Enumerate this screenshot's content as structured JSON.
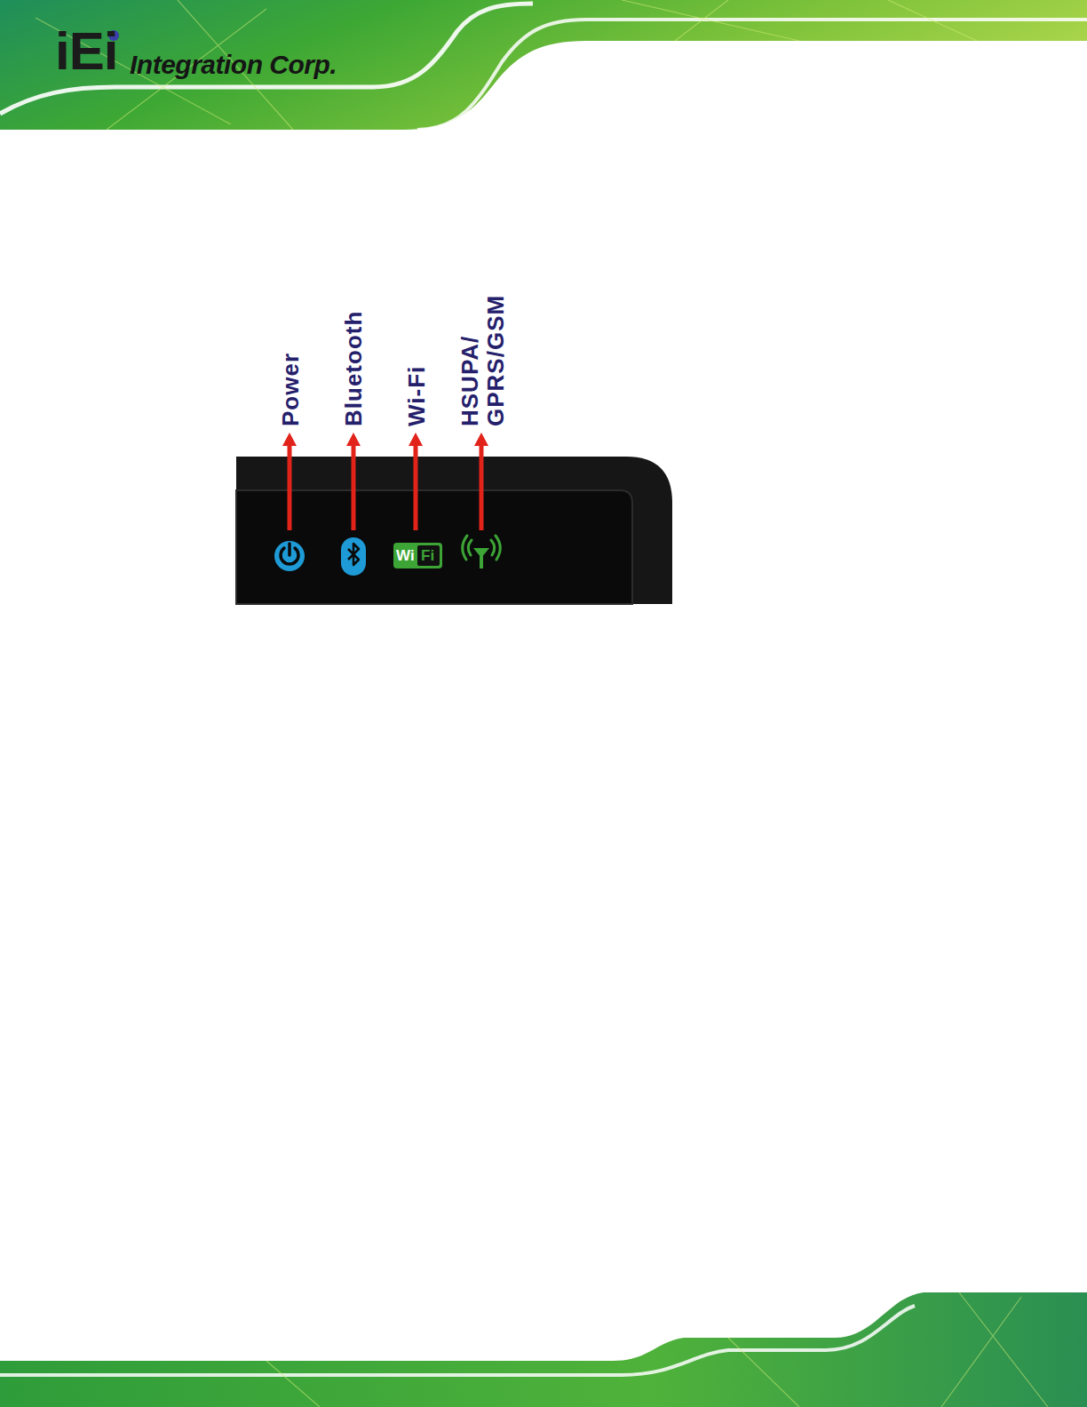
{
  "diagram": {
    "labels": [
      "iEi",
      "Integration Corp.",
      "Power",
      "Bluetooth",
      "Wi-Fi",
      "HSUPA/ GPRS/GSM",
      "Wi",
      "Fi"
    ]
  }
}
